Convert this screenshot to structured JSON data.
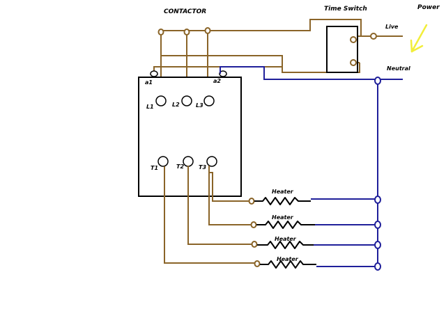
{
  "labels": {
    "contactor": "CONTACTOR",
    "time_switch": "Time Switch",
    "power": "Power",
    "live": "Live",
    "neutral": "Neutral",
    "a1": "a1",
    "a2": "a2",
    "L1": "L1",
    "L2": "L2",
    "L3": "L3",
    "T1": "T1",
    "T2": "T2",
    "T3": "T3",
    "heaters": [
      "Heater",
      "Heater",
      "Heater",
      "Heater"
    ]
  },
  "colors": {
    "brown_wire": "#8a6428",
    "neutral_wire": "#1f1f9a",
    "heater_coil": "#000000",
    "power_arrow": "#f2ee3a",
    "outline": "#000000"
  },
  "icons": {
    "power_indicator": "arrow-down-left-icon",
    "heater_symbol": "resistor-zigzag-icon"
  }
}
